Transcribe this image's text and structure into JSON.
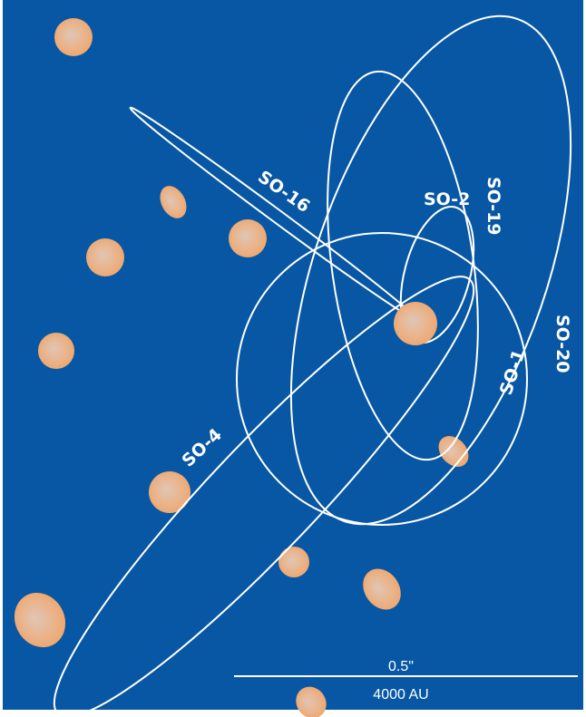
{
  "colors": {
    "background": "#0857a4",
    "orbit": "#ffffff",
    "star_light": "#e0c6b6",
    "star_dark": "#f1a262"
  },
  "orbits": {
    "so16": "SO-16",
    "so2": "SO-2",
    "so19": "SO-19",
    "so20": "SO-20",
    "so1": "SO-1",
    "so4": "SO-4"
  },
  "scale_bar": {
    "angular": "0.5\"",
    "physical": "4000 AU"
  }
}
